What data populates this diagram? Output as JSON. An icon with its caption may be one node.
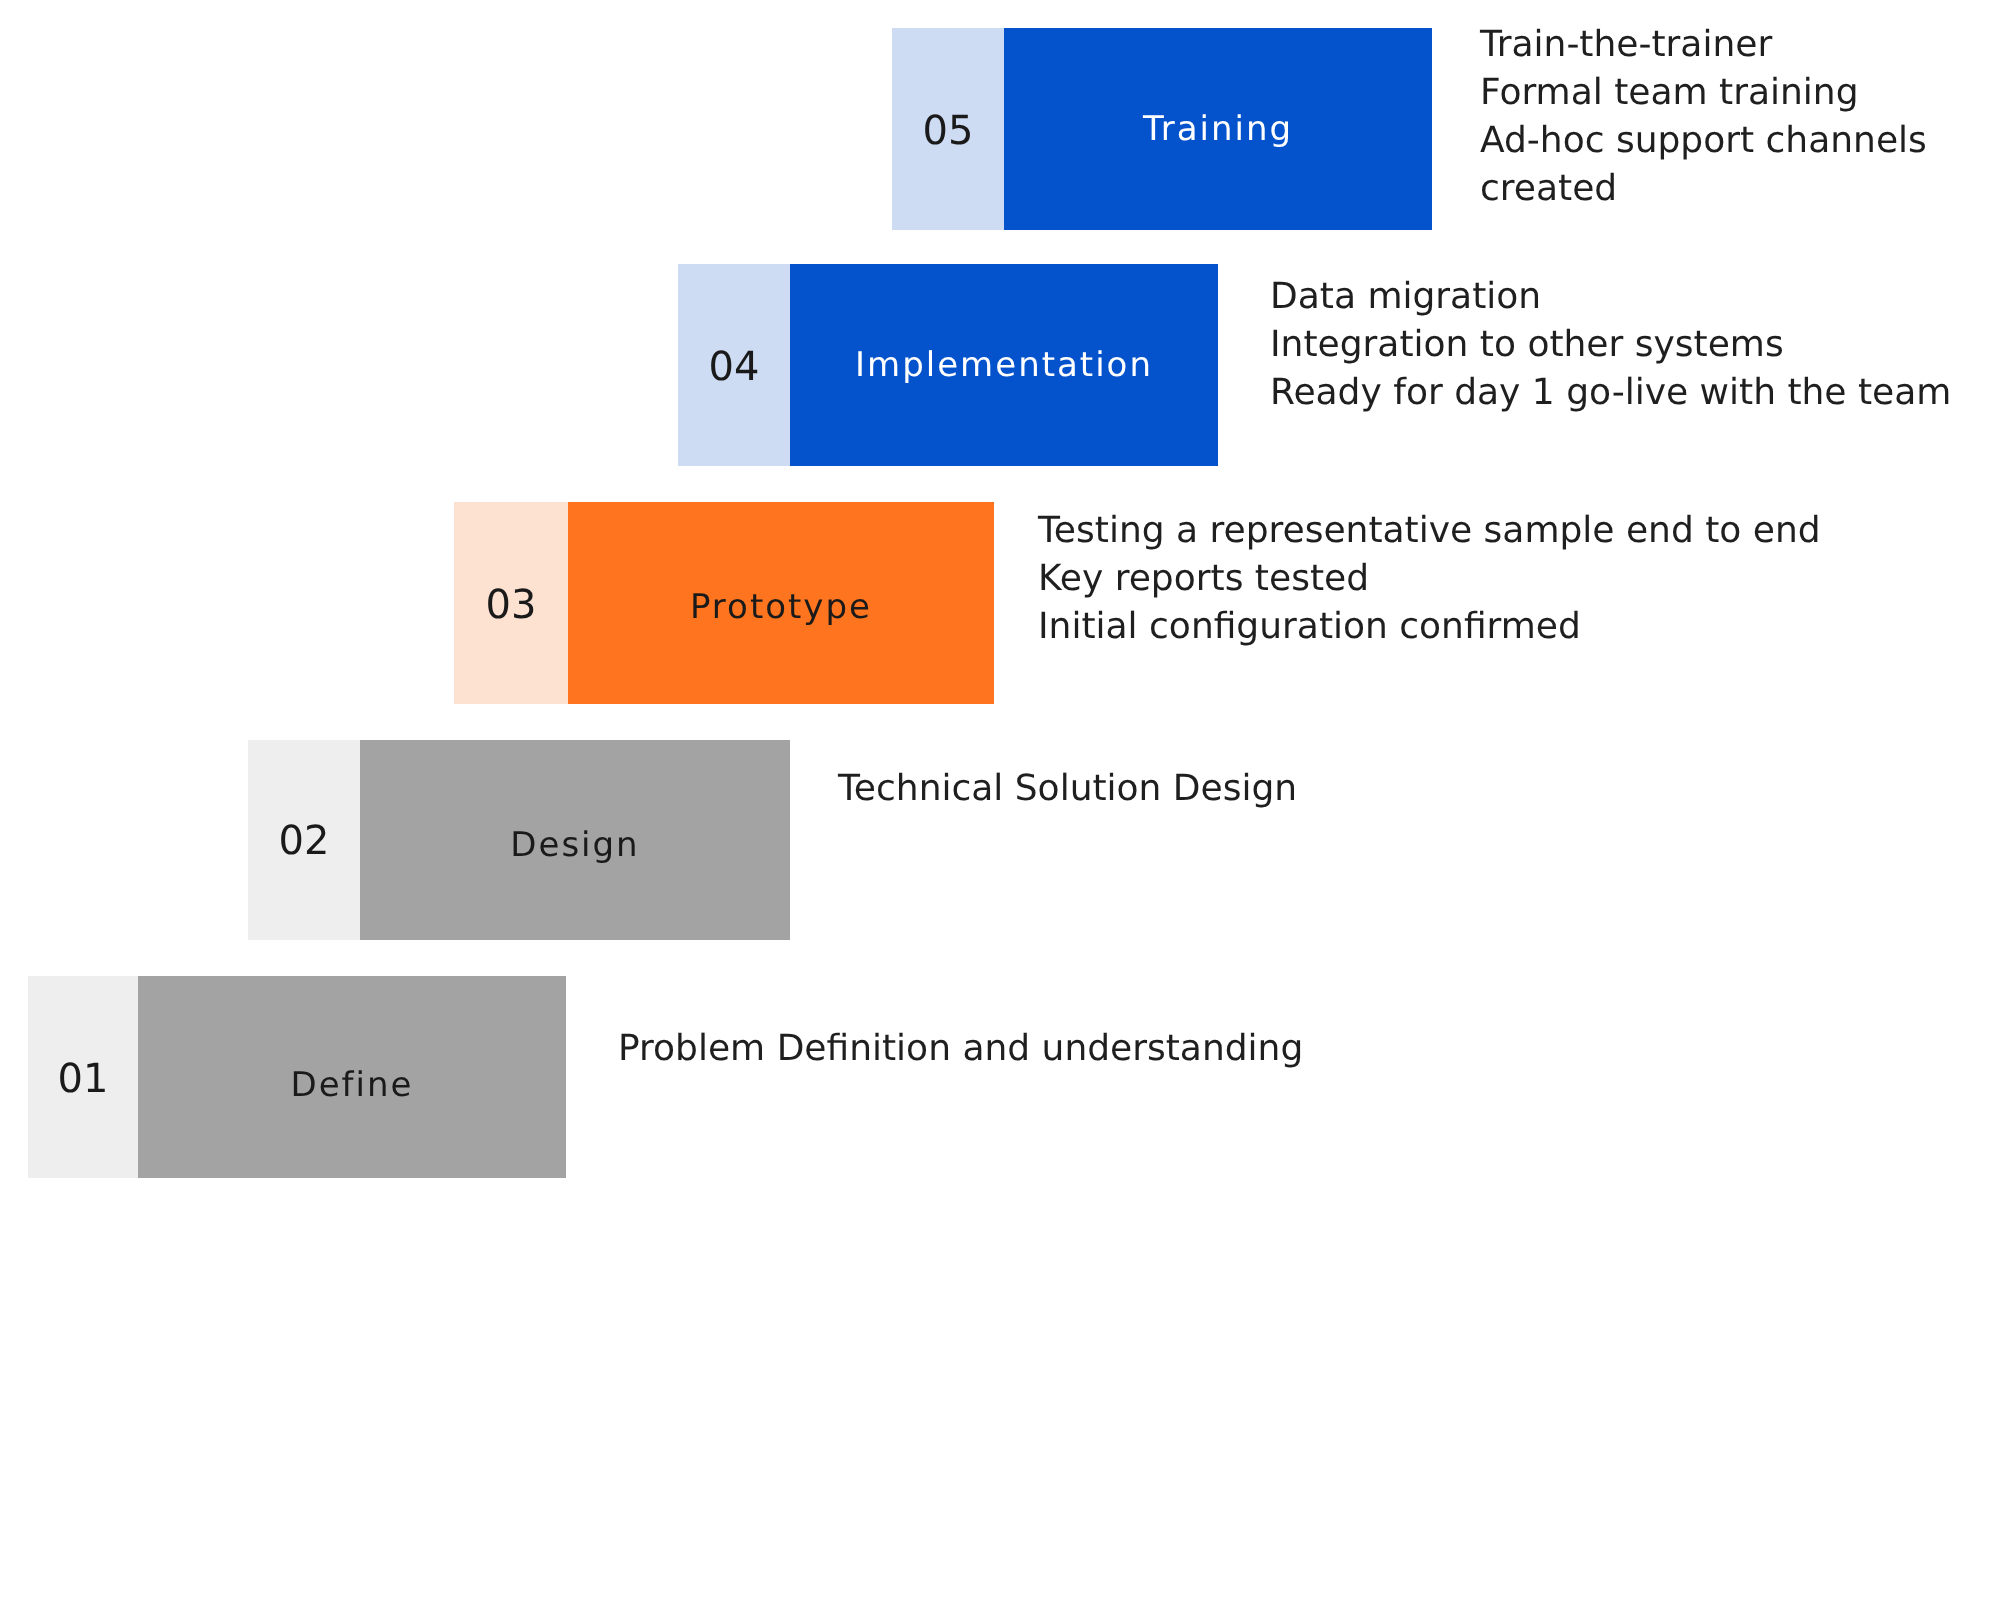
{
  "diagram": {
    "nodes": [
      {
        "text": [
          "05"
        ]
      },
      {
        "text": [
          "Training"
        ],
        "beside": [
          "Train-the-trainer",
          "Formal team training",
          "Ad-hoc support channels created"
        ]
      },
      {
        "text": [
          "04"
        ]
      },
      {
        "text": [
          "Implementation"
        ],
        "beside": [
          "Data migration",
          "Integration to other systems",
          "Ready for day 1 go-live with the team"
        ]
      },
      {
        "text": [
          "03"
        ]
      },
      {
        "text": [
          "Prototype"
        ],
        "beside": [
          "Testing a representative sample end to end",
          "Key reports tested",
          "Initial configuration confirmed"
        ]
      },
      {
        "text": [
          "02"
        ]
      },
      {
        "text": [
          "Design"
        ],
        "beside": [
          "Technical Solution Design"
        ]
      },
      {
        "text": [
          "01"
        ]
      },
      {
        "text": [
          "Define"
        ],
        "beside": [
          "Problem Definition and understanding"
        ]
      }
    ]
  }
}
